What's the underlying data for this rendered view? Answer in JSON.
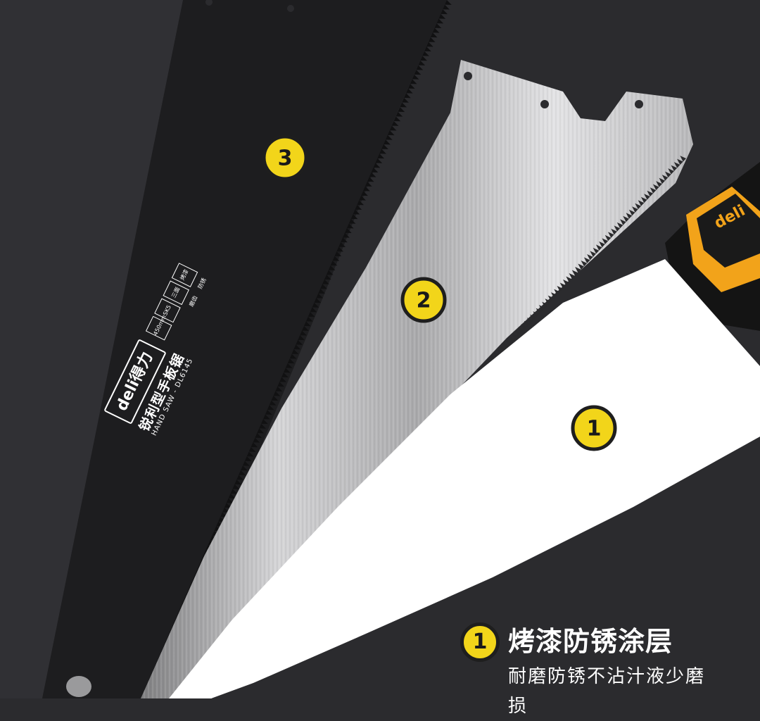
{
  "blade_label": {
    "brand": "deli得力",
    "product_name": "锐利型手板锯",
    "product_sub": "HAND SAW - DL6145",
    "spec_length": "450mm",
    "spec_icon_a": "SK5",
    "spec_icon_b": "三面磨齿",
    "spec_icon_c": "烤漆防锈"
  },
  "handle_logo": "deli",
  "badges": {
    "one": "1",
    "two": "2",
    "three": "3"
  },
  "feature": {
    "number": "1",
    "title": "烤漆防锈涂层",
    "description": "耐磨防锈不沾汁液少磨损"
  },
  "colors": {
    "badge_yellow": "#f2d51a",
    "blade_black": "#1d1d1f",
    "blade_silver": "#c9c9c9",
    "blade_white": "#ffffff",
    "handle_orange": "#f2a31a",
    "background": "#2b2b2e"
  }
}
